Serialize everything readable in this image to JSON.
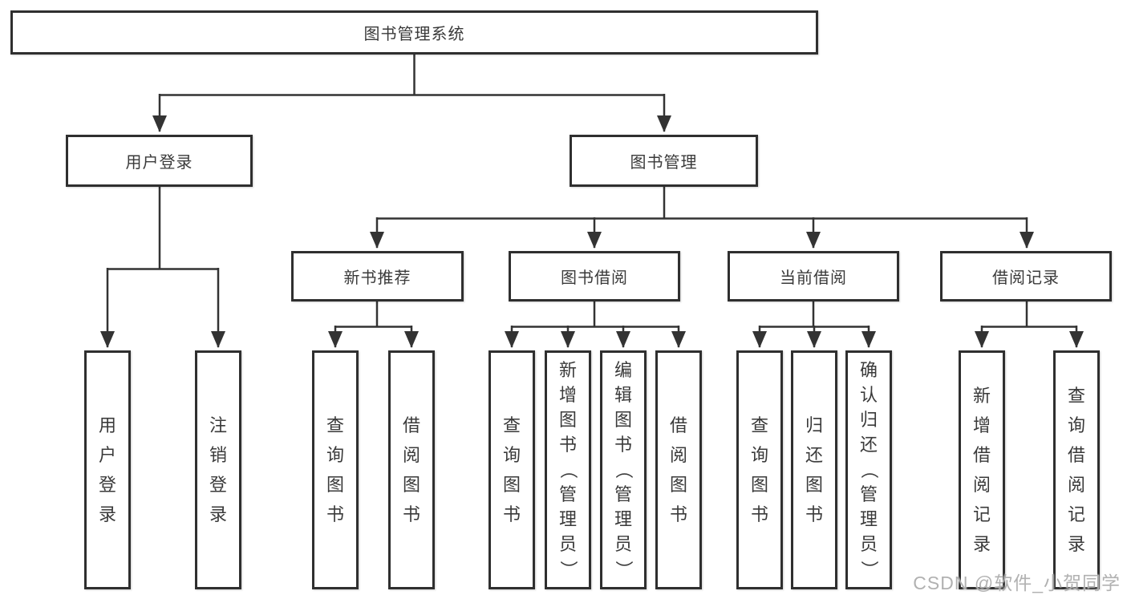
{
  "tree": {
    "label": "图书管理系统",
    "children": [
      {
        "label": "用户登录",
        "children": [
          {
            "label": "用户登录"
          },
          {
            "label": "注销登录"
          }
        ]
      },
      {
        "label": "图书管理",
        "children": [
          {
            "label": "新书推荐",
            "children": [
              {
                "label": "查询图书"
              },
              {
                "label": "借阅图书"
              }
            ]
          },
          {
            "label": "图书借阅",
            "children": [
              {
                "label": "查询图书"
              },
              {
                "label": "新增图书（管理员）"
              },
              {
                "label": "编辑图书（管理员）"
              },
              {
                "label": "借阅图书"
              }
            ]
          },
          {
            "label": "当前借阅",
            "children": [
              {
                "label": "查询图书"
              },
              {
                "label": "归还图书"
              },
              {
                "label": "确认归还（管理员）"
              }
            ]
          },
          {
            "label": "借阅记录",
            "children": [
              {
                "label": "新增借阅记录"
              },
              {
                "label": "查询借阅记录"
              }
            ]
          }
        ]
      }
    ]
  },
  "watermark": "CSDN @软件_小贺同学",
  "colors": {
    "line": "#333333",
    "border": "#2f2f2f",
    "text": "#3a3a3a",
    "watermark": "#aaaaaa",
    "background": "#ffffff"
  }
}
